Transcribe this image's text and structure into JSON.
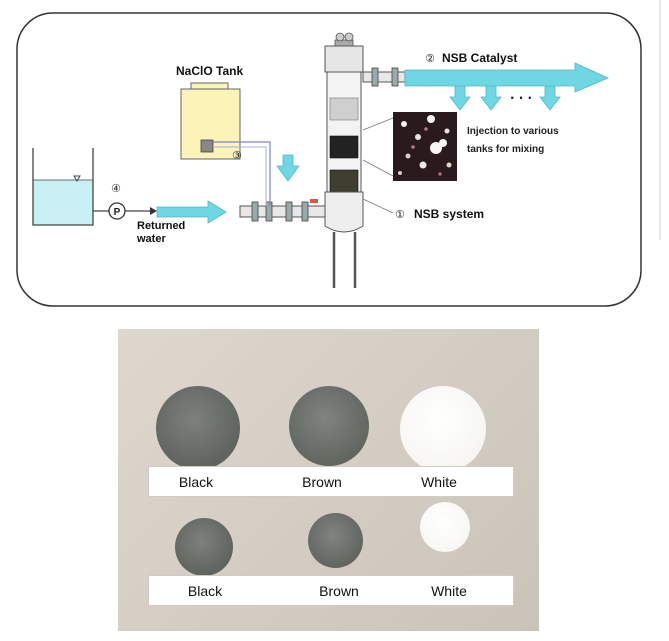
{
  "diagram": {
    "nacio_tank_label": "NaClO Tank",
    "num1": "①",
    "nsb_system_label": "NSB system",
    "num2": "②",
    "nsb_catalyst_label": "NSB Catalyst",
    "num3": "③",
    "num4": "④",
    "pump_label": "P",
    "returned_water_line1": "Returned",
    "returned_water_line2": "water",
    "injection_line1": "Injection to various",
    "injection_line2": "tanks for mixing",
    "dots": "· · ·"
  },
  "photo": {
    "row1_labels": [
      "Black",
      "Brown",
      "White"
    ],
    "row2_labels": [
      "Black",
      "Brown",
      "White"
    ]
  },
  "colors": {
    "arrow_cyan": "#6fd6e3",
    "tank_yellow": "#fbf3b8",
    "water_cyan": "#c8f0f4",
    "pellet_dark": "#6e726e",
    "pellet_white": "#fcfcfa"
  }
}
